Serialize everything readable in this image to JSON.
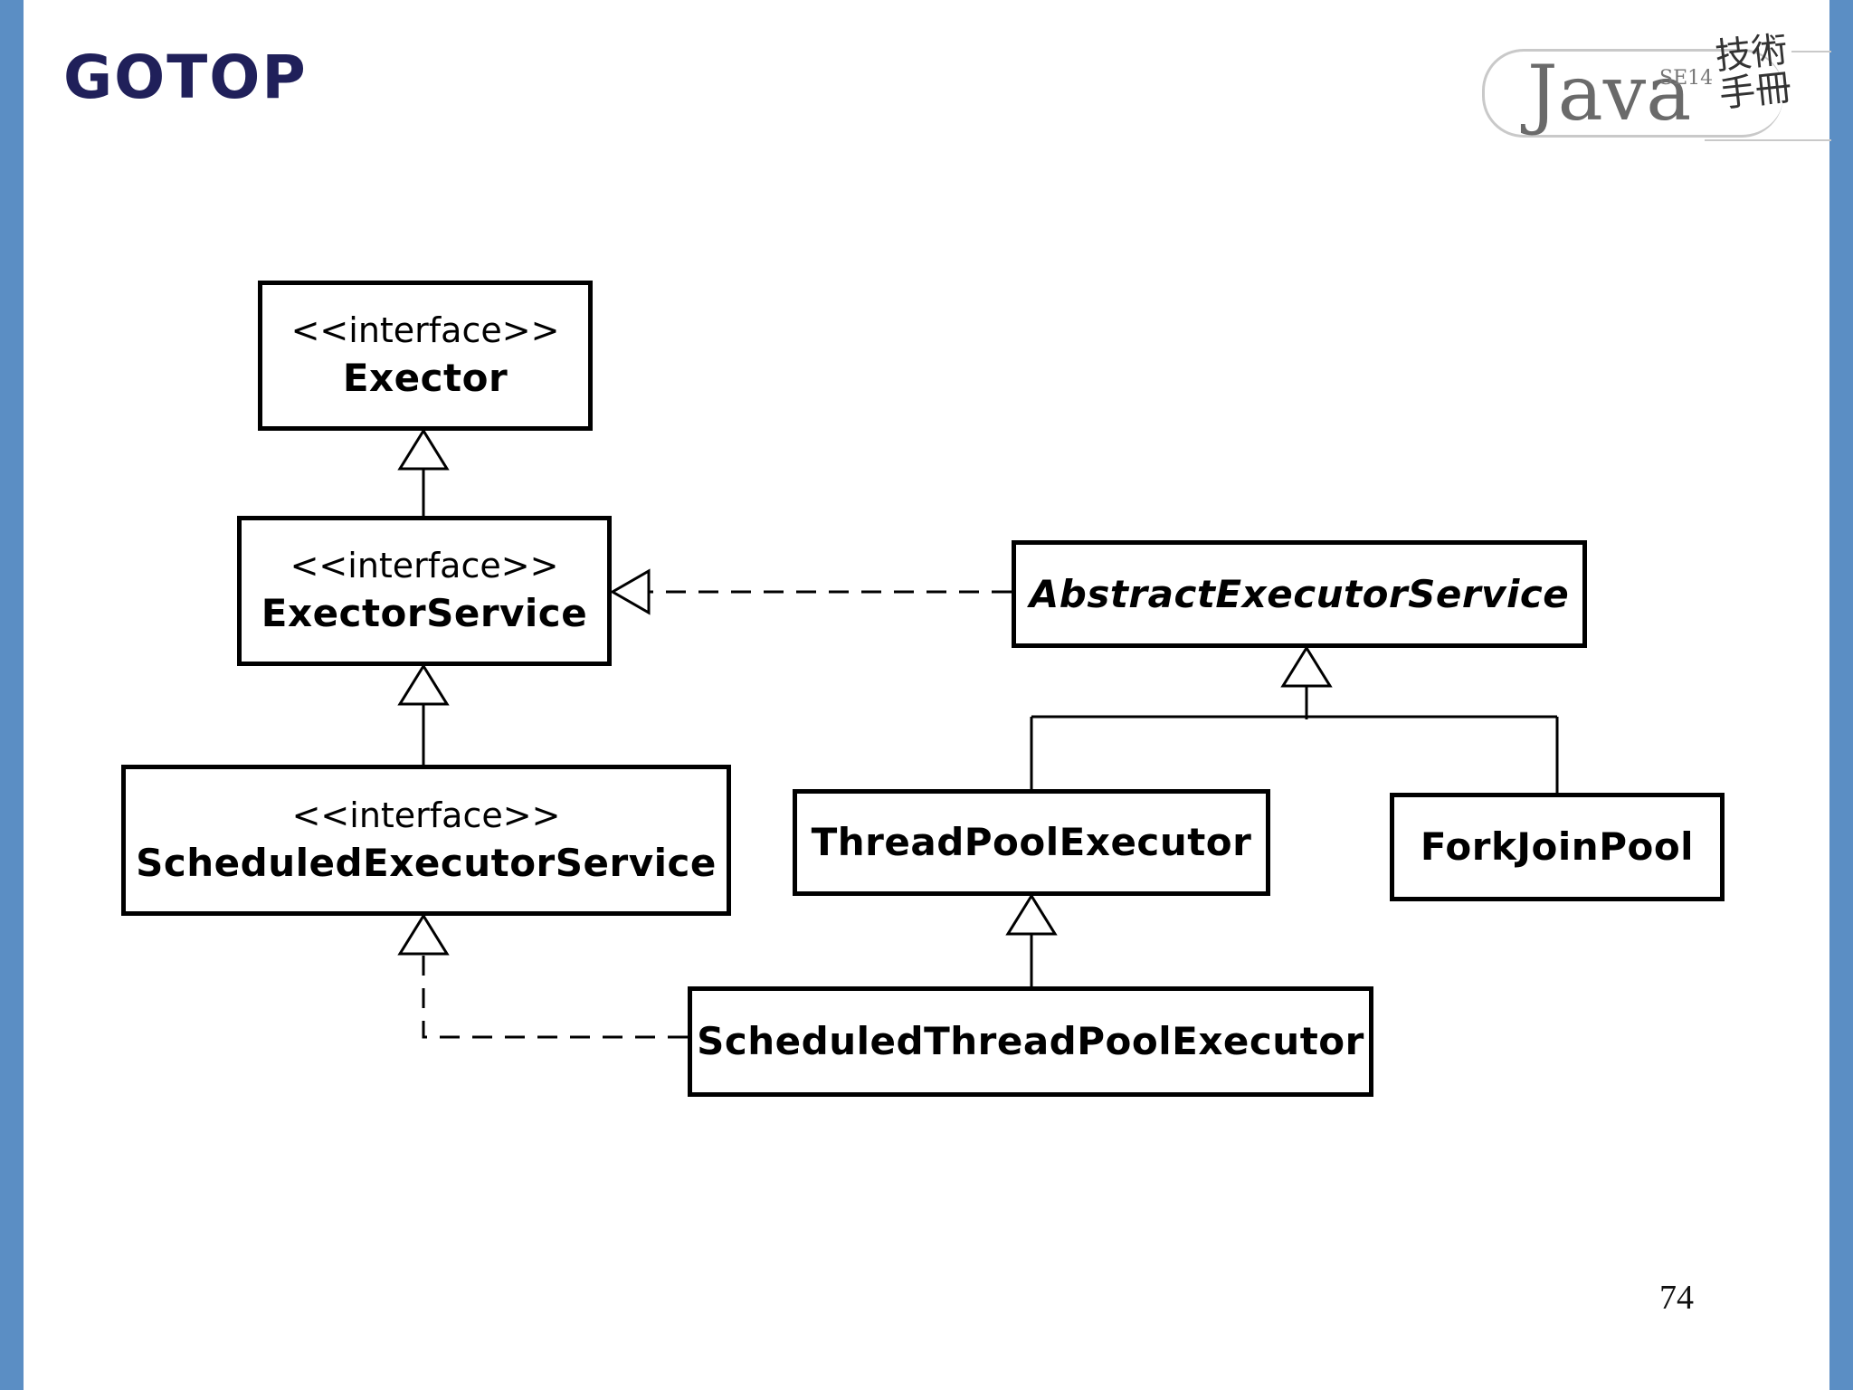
{
  "slide": {
    "logo": "GOTOP",
    "badge": {
      "word": "Java",
      "edition": "SE14",
      "title_cjk": "技術手冊"
    },
    "page_number": "74"
  },
  "diagram": {
    "classes": [
      {
        "id": "executor",
        "stereotype": "<<interface>>",
        "name": "Exector"
      },
      {
        "id": "executor_service",
        "stereotype": "<<interface>>",
        "name": "ExectorService"
      },
      {
        "id": "scheduled_executor_service",
        "stereotype": "<<interface>>",
        "name": "ScheduledExecutorService"
      },
      {
        "id": "abstract_executor_service",
        "name": "AbstractExecutorService",
        "abstract": true
      },
      {
        "id": "thread_pool_executor",
        "name": "ThreadPoolExecutor"
      },
      {
        "id": "fork_join_pool",
        "name": "ForkJoinPool"
      },
      {
        "id": "scheduled_thread_pool_executor",
        "name": "ScheduledThreadPoolExecutor"
      }
    ],
    "relations": [
      {
        "from": "executor_service",
        "to": "executor",
        "type": "generalization"
      },
      {
        "from": "scheduled_executor_service",
        "to": "executor_service",
        "type": "generalization"
      },
      {
        "from": "abstract_executor_service",
        "to": "executor_service",
        "type": "realization"
      },
      {
        "from": "thread_pool_executor",
        "to": "abstract_executor_service",
        "type": "generalization"
      },
      {
        "from": "fork_join_pool",
        "to": "abstract_executor_service",
        "type": "generalization"
      },
      {
        "from": "scheduled_thread_pool_executor",
        "to": "thread_pool_executor",
        "type": "generalization"
      },
      {
        "from": "scheduled_thread_pool_executor",
        "to": "scheduled_executor_service",
        "type": "realization"
      }
    ]
  }
}
